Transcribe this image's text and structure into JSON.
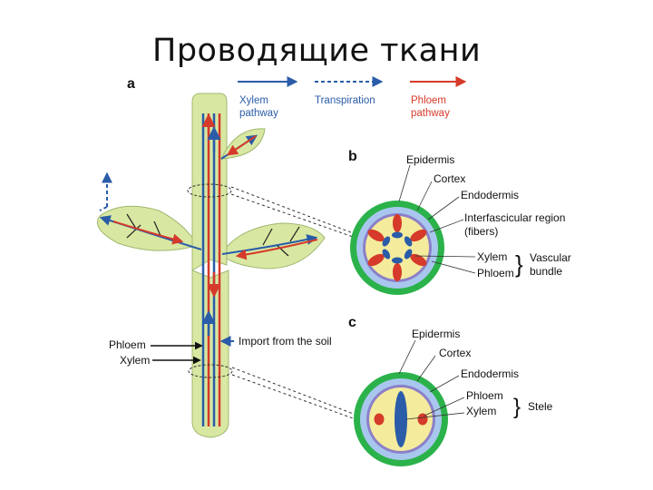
{
  "title": "Проводящие ткани",
  "panels": {
    "a": "a",
    "b": "b",
    "c": "c"
  },
  "legend": {
    "xylem": [
      "Xylem",
      "pathway"
    ],
    "transpiration": "Transpiration",
    "phloem": [
      "Phloem",
      "pathway"
    ]
  },
  "plant_labels": {
    "phloem": "Phloem",
    "xylem": "Xylem",
    "import": "Import from the soil"
  },
  "stem_section": {
    "epidermis": "Epidermis",
    "cortex": "Cortex",
    "endodermis": "Endodermis",
    "interfascicular": [
      "Interfascicular region",
      "(fibers)"
    ],
    "xylem": "Xylem",
    "phloem": "Phloem",
    "vascular_bundle": [
      "Vascular",
      "bundle"
    ]
  },
  "root_section": {
    "epidermis": "Epidermis",
    "cortex": "Cortex",
    "endodermis": "Endodermis",
    "phloem": "Phloem",
    "xylem": "Xylem",
    "stele": "Stele"
  },
  "colors": {
    "xylem": "#2a5ca8",
    "phloem": "#d63a2a",
    "plant_fill": "#d8e8a2",
    "epidermis": "#2bb24a",
    "cortex": "#a9c7ee",
    "endodermis": "#8c7fc8",
    "ground": "#f4ec9c"
  }
}
